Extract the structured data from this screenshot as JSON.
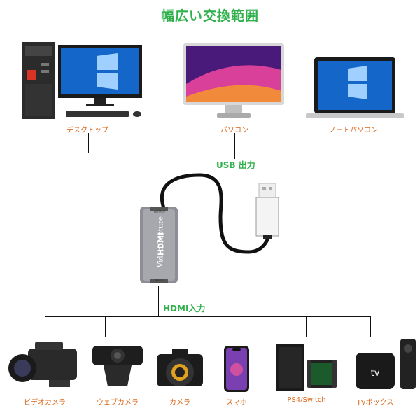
{
  "title": "幅広い交換範囲",
  "top_devices": [
    {
      "label": "デスクトップ"
    },
    {
      "label": "パソコン"
    },
    {
      "label": "ノートパソコン"
    }
  ],
  "usb_label": "USB 出力",
  "capture": {
    "text_main": "Video Capture",
    "logo": "HDMI",
    "port_top": "OUTPUT",
    "port_bottom": "INPUT"
  },
  "hdmi_label": "HDMI入力",
  "bottom_devices": [
    {
      "label": "ビデオカメラ"
    },
    {
      "label": "ウェブカメラ"
    },
    {
      "label": "カメラ"
    },
    {
      "label": "スマホ"
    },
    {
      "label": "PS4/Switch"
    },
    {
      "label": "TVボックス"
    }
  ],
  "colors": {
    "title": "#2fb04a",
    "labels": "#d9661a",
    "lines": "#111111"
  }
}
